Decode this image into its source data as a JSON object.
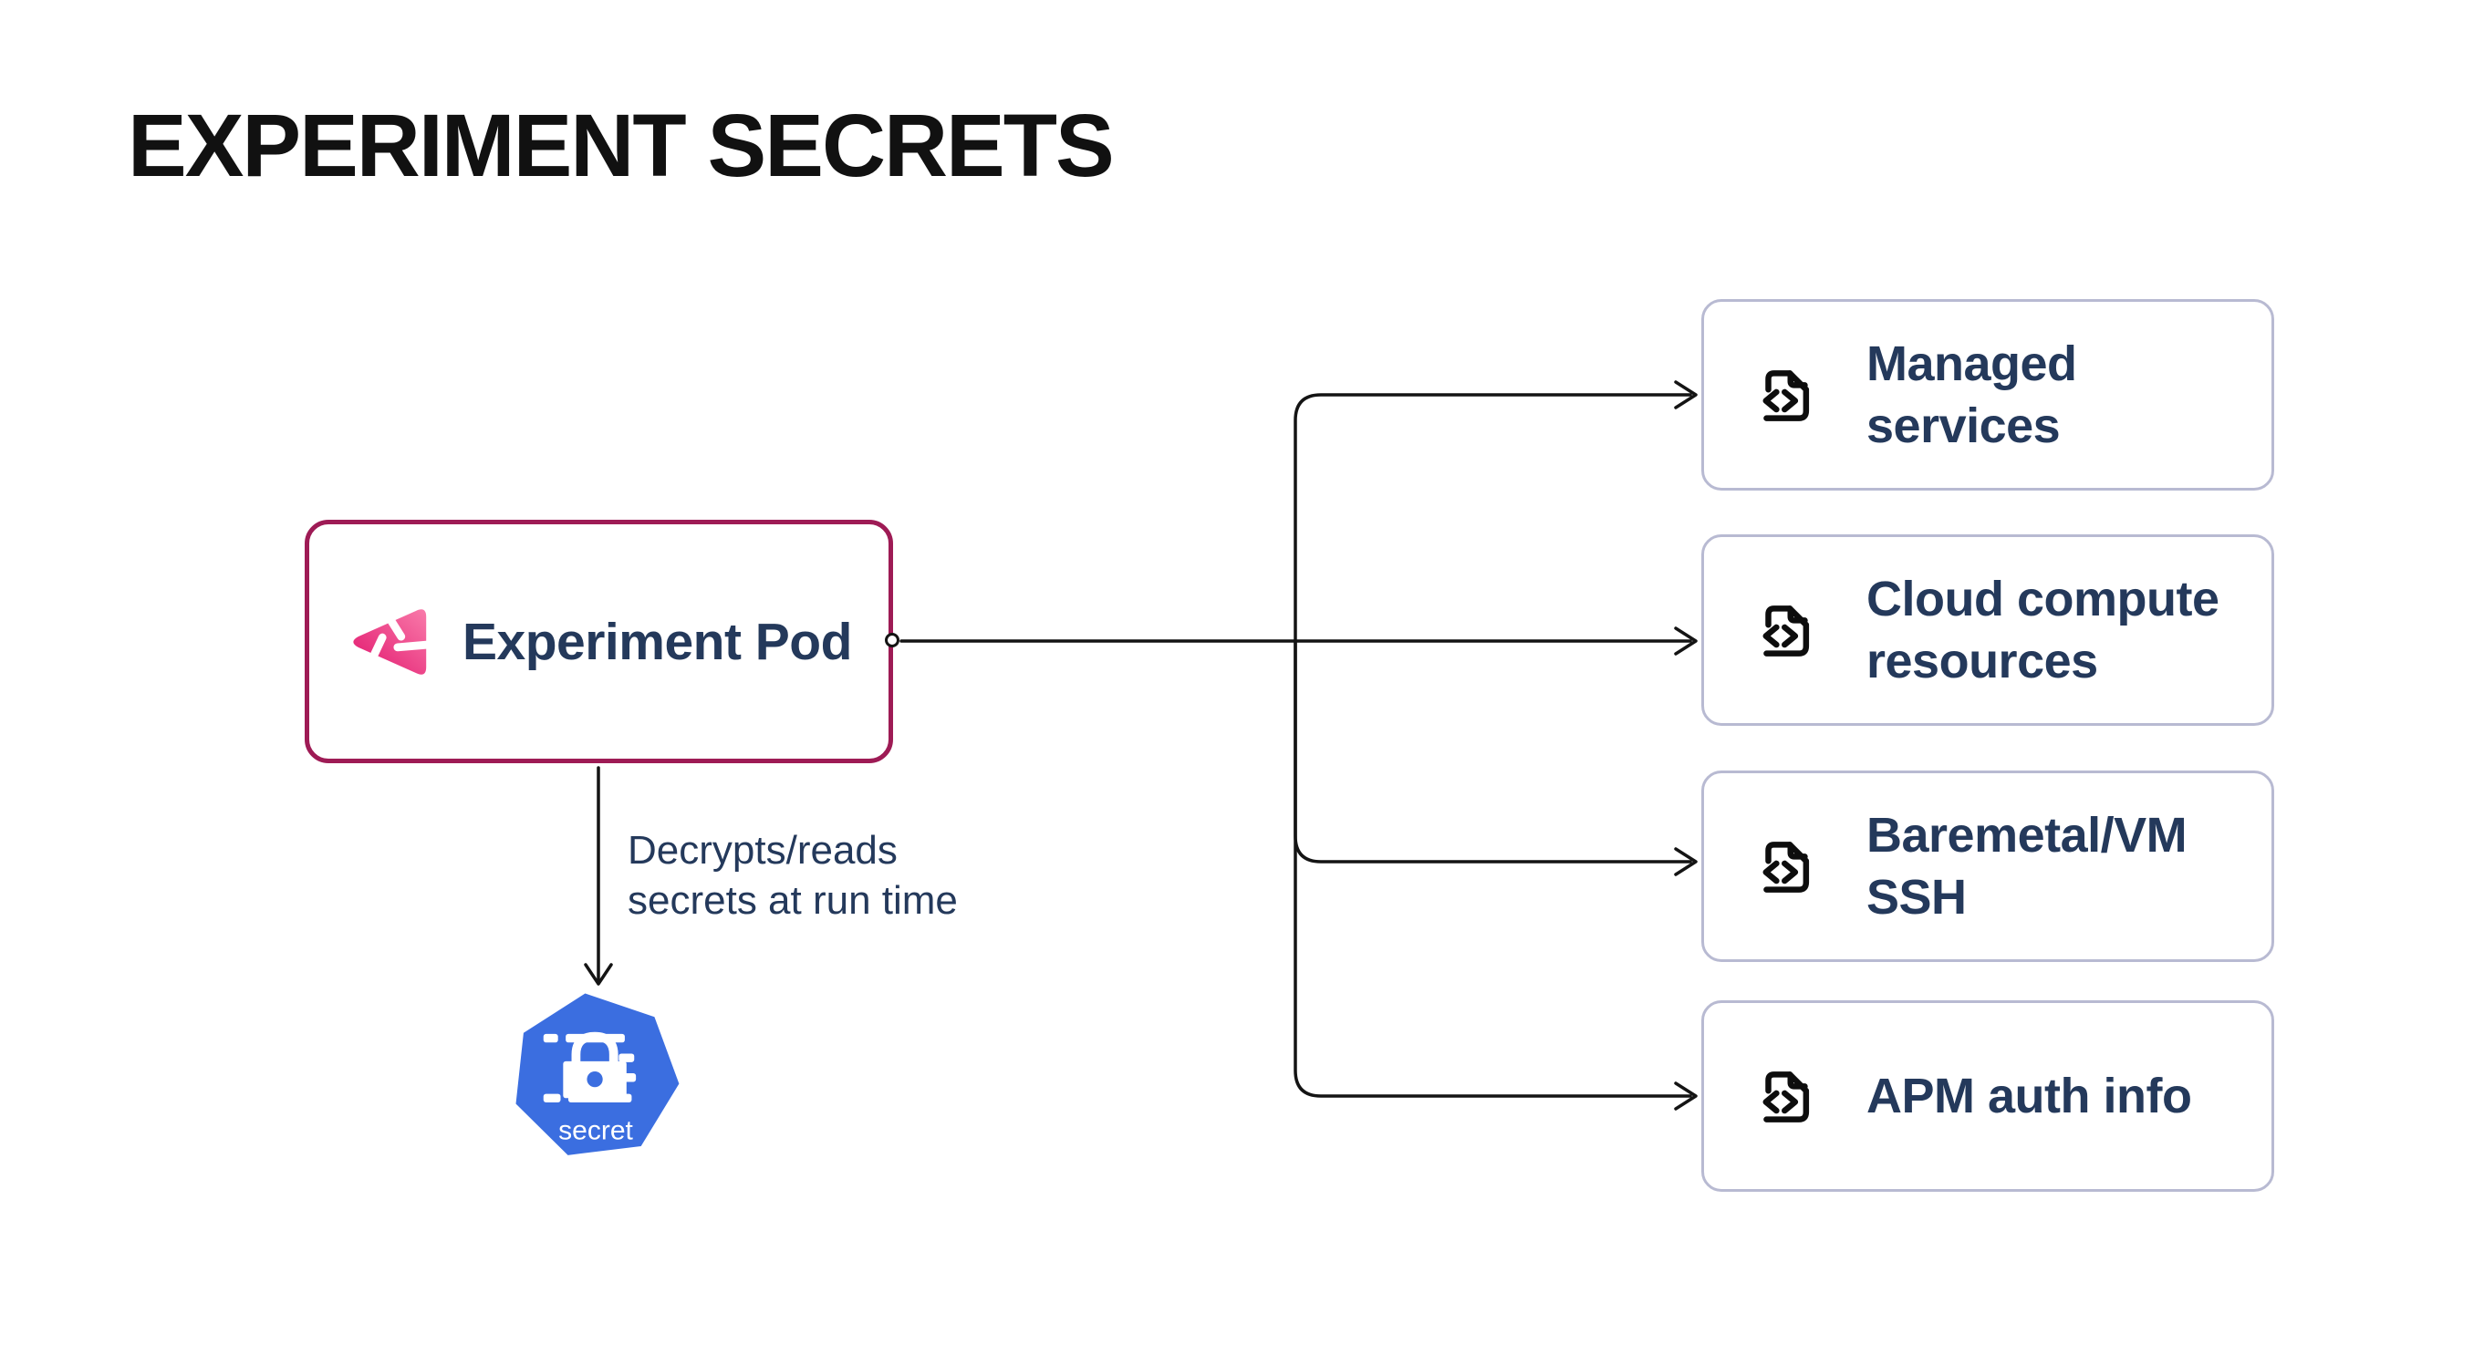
{
  "title": "EXPERIMENT SECRETS",
  "pod": {
    "label": "Experiment Pod",
    "icon": "litmus-experiment-icon"
  },
  "annotation": {
    "text": "Decrypts/reads secrets at run time"
  },
  "secret_node": {
    "label": "secret",
    "icon": "kubernetes-secret-icon"
  },
  "targets": [
    {
      "label": "Managed services",
      "icon": "file-code-icon"
    },
    {
      "label": "Cloud compute resources",
      "icon": "file-code-icon"
    },
    {
      "label": "Baremetal/VM SSH",
      "icon": "file-code-icon"
    },
    {
      "label": "APM auth info",
      "icon": "file-code-icon"
    }
  ],
  "edges": [
    {
      "from": "Experiment Pod",
      "to": "Managed services"
    },
    {
      "from": "Experiment Pod",
      "to": "Cloud compute resources"
    },
    {
      "from": "Experiment Pod",
      "to": "Baremetal/VM SSH"
    },
    {
      "from": "Experiment Pod",
      "to": "APM auth info"
    },
    {
      "from": "Experiment Pod",
      "to": "secret",
      "label": "Decrypts/reads secrets at run time"
    }
  ],
  "colors": {
    "background": "#FFFFFF",
    "title": "#111111",
    "text_navy": "#24395B",
    "line": "#141414",
    "pod_border": "#9E1B55",
    "target_border": "#B8BAD2",
    "k8s_blue": "#3B6EE0",
    "pink_start": "#F97BAA",
    "pink_end": "#E1146C"
  }
}
